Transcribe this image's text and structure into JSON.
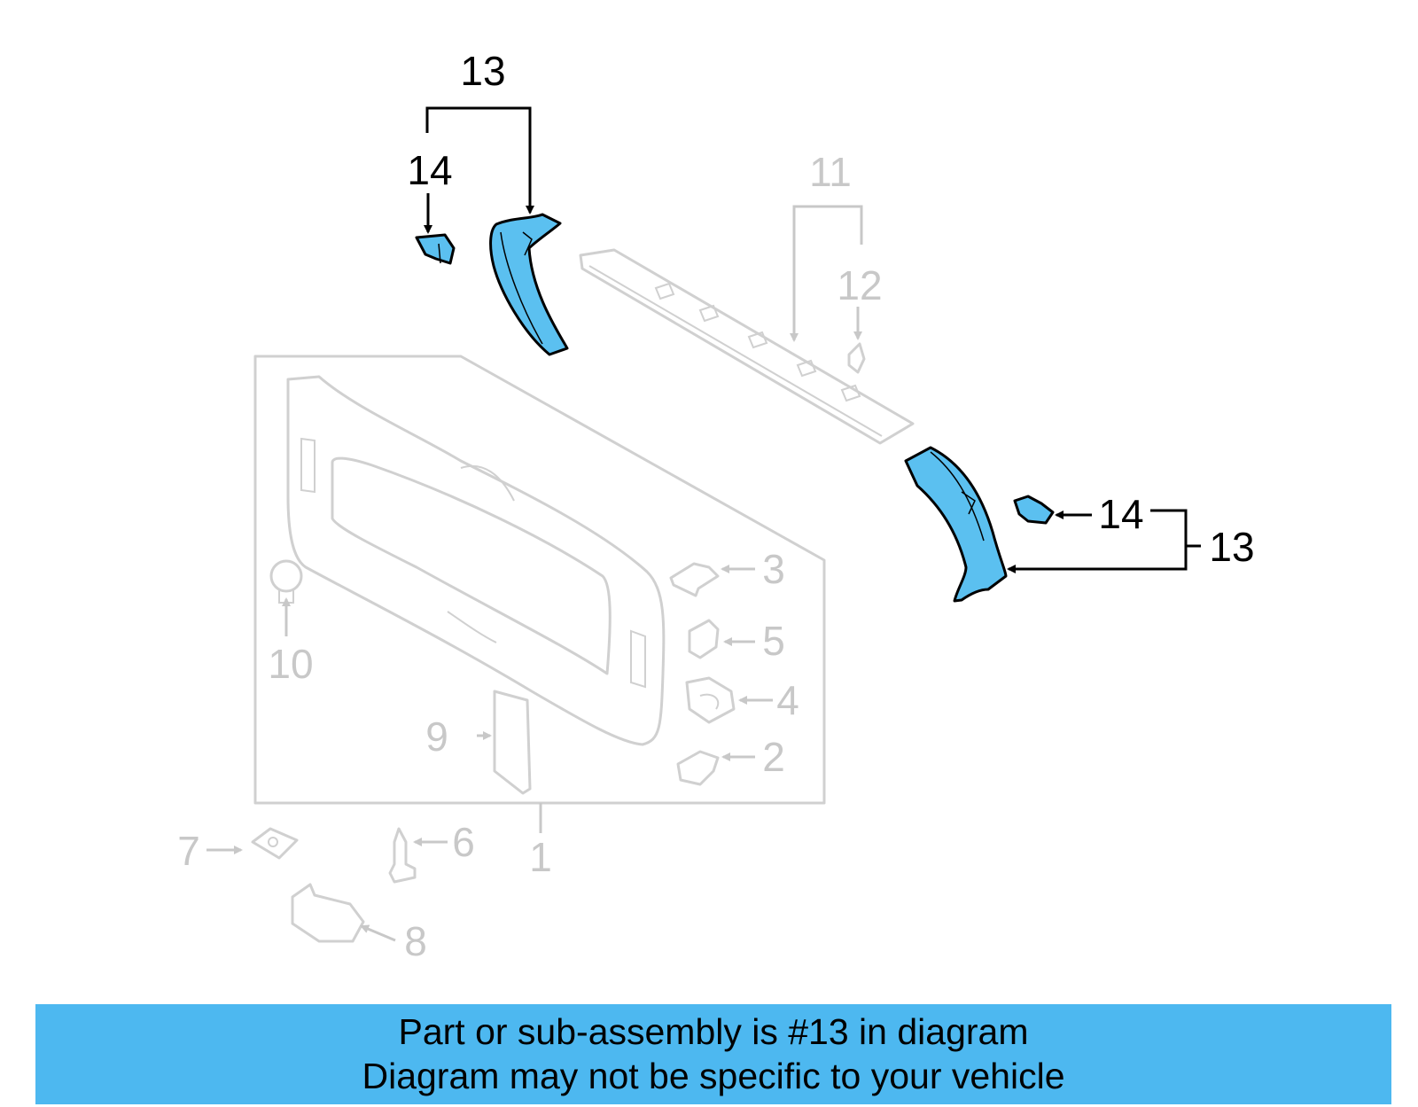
{
  "callouts": {
    "c1": "1",
    "c2": "2",
    "c3": "3",
    "c4": "4",
    "c5": "5",
    "c6": "6",
    "c7": "7",
    "c8": "8",
    "c9": "9",
    "c10": "10",
    "c11": "11",
    "c12": "12",
    "c13_top": "13",
    "c14_top": "14",
    "c13_right": "13",
    "c14_right": "14"
  },
  "banner": {
    "line1": "Part or sub-assembly is #13 in diagram",
    "line2": "Diagram may not be specific to your vehicle"
  },
  "colors": {
    "highlight": "#5bc0f0",
    "banner": "#4db8f0",
    "ghost": "#d0d0d0"
  }
}
